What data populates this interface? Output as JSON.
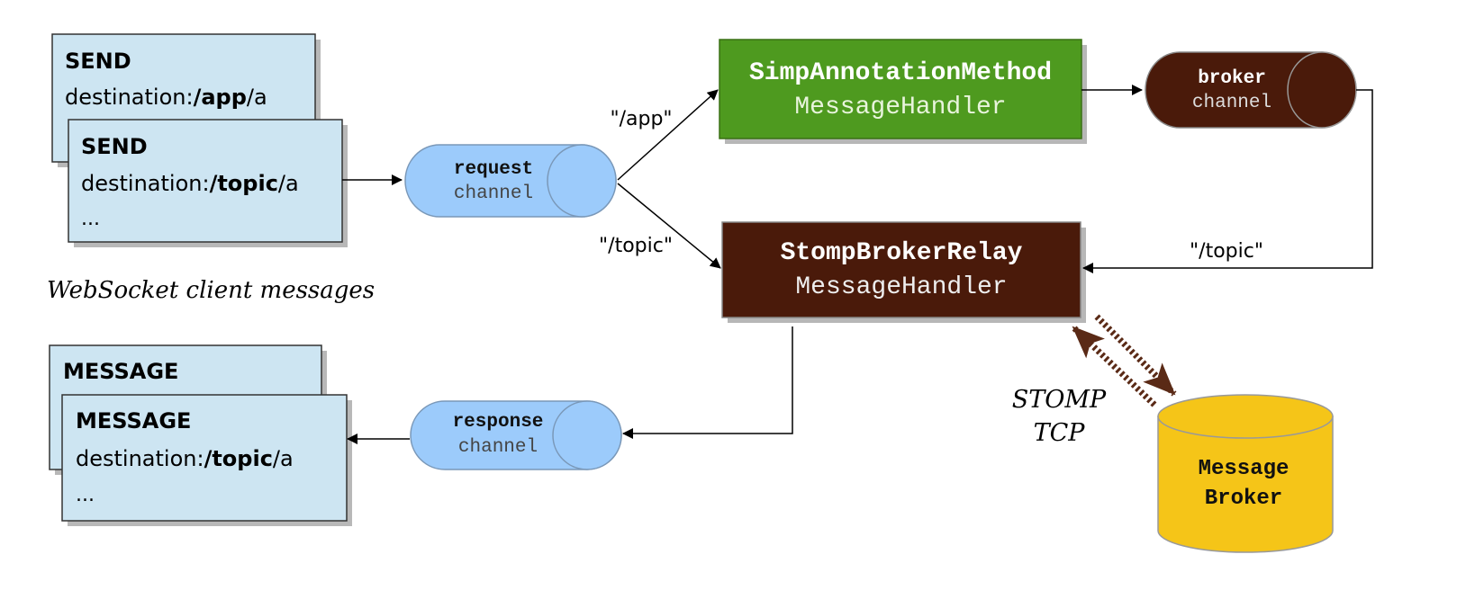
{
  "client_messages": {
    "send_back": {
      "keyword": "SEND",
      "dest_prefix": "destination:",
      "dest_path": "/app",
      "dest_suffix": "/a"
    },
    "send_front": {
      "keyword": "SEND",
      "dest_prefix": "destination:",
      "dest_path": "/topic",
      "dest_suffix": "/a",
      "ellipsis": "..."
    },
    "caption": "WebSocket client messages"
  },
  "server_messages": {
    "message_back": {
      "keyword": "MESSAGE"
    },
    "message_front": {
      "keyword": "MESSAGE",
      "dest_prefix": "destination:",
      "dest_path": "/topic",
      "dest_suffix": "/a",
      "ellipsis": "..."
    }
  },
  "channels": {
    "request": {
      "line1": "request",
      "line2": "channel",
      "color": "#9ccbfb"
    },
    "response": {
      "line1": "response",
      "line2": "channel",
      "color": "#9ccbfb"
    },
    "broker": {
      "line1": "broker",
      "line2": "channel",
      "color": "#4a1a0a"
    }
  },
  "handlers": {
    "annotation": {
      "line1": "SimpAnnotationMethod",
      "line2": "MessageHandler",
      "color": "#4e9a1f"
    },
    "relay": {
      "line1": "StompBrokerRelay",
      "line2": "MessageHandler",
      "color": "#4a1a0a"
    }
  },
  "routes": {
    "app": "\"/app\"",
    "topic_request": "\"/topic\"",
    "topic_broker": "\"/topic\""
  },
  "protocol": {
    "line1": "STOMP",
    "line2": "TCP"
  },
  "message_broker": {
    "line1": "Message",
    "line2": "Broker",
    "color": "#f5c518"
  }
}
